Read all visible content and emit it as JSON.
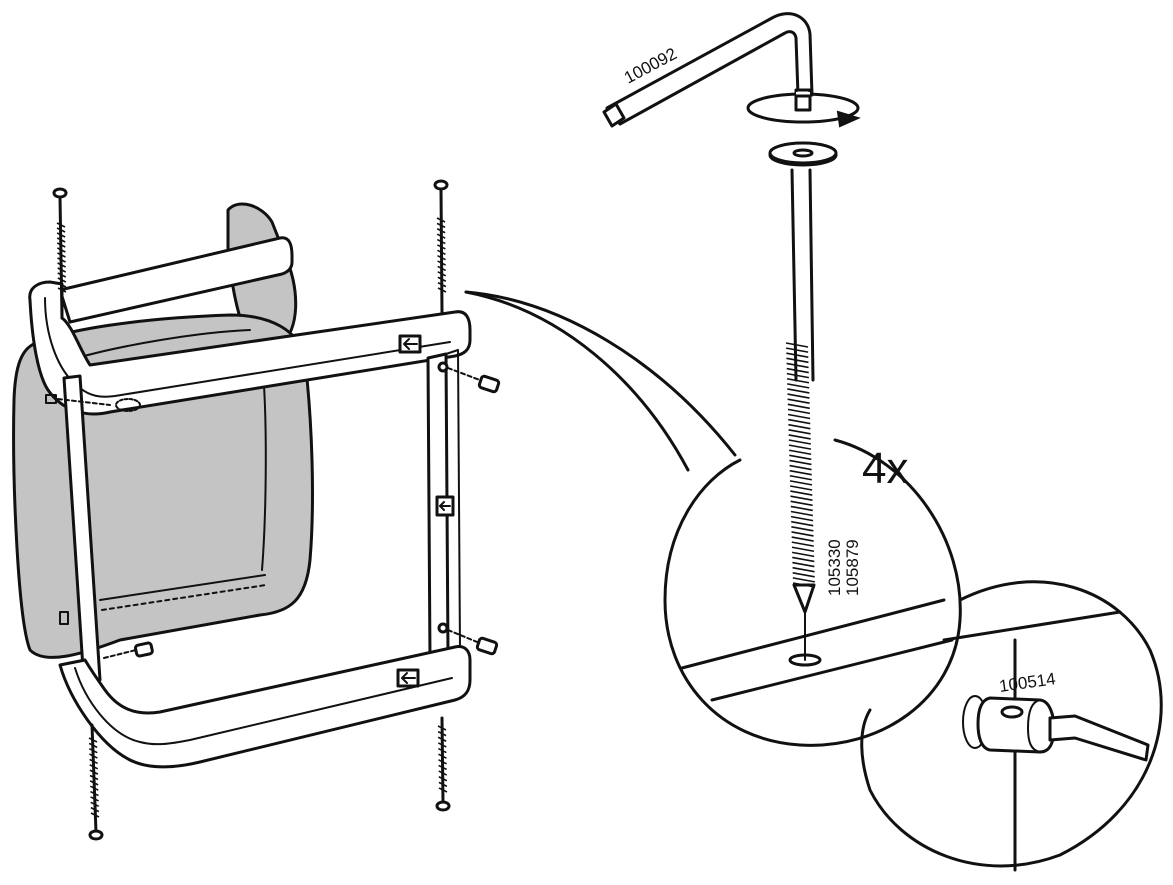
{
  "callout": {
    "quantity": "4x"
  },
  "parts": {
    "allen_key_code": "100092",
    "bolt_code_a": "105330",
    "bolt_code_b": "105879",
    "barrel_nut_code": "100514"
  },
  "colors": {
    "ink": "#111111",
    "cushion": "#c4c4c4",
    "background": "#ffffff"
  }
}
